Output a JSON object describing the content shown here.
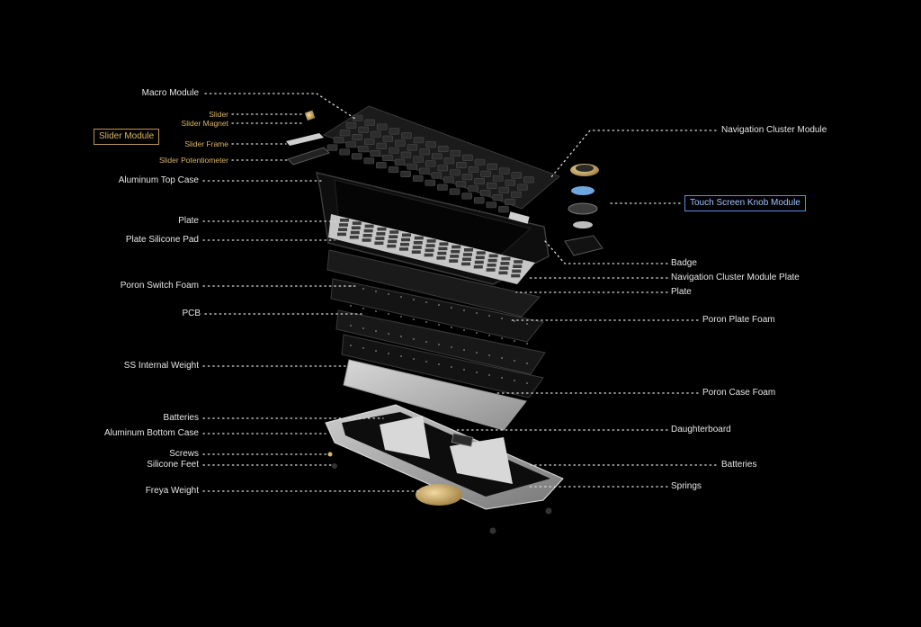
{
  "labels_left": [
    {
      "id": "macro-module",
      "text": "Macro Module"
    },
    {
      "id": "slider",
      "text": "Slider",
      "tone": "gold"
    },
    {
      "id": "slider-magnet",
      "text": "Slider Magnet",
      "tone": "gold"
    },
    {
      "id": "slider-frame",
      "text": "Slider Frame",
      "tone": "gold"
    },
    {
      "id": "slider-potentiometer",
      "text": "Slider Potentiometer",
      "tone": "gold"
    },
    {
      "id": "aluminum-top-case",
      "text": "Aluminum Top Case"
    },
    {
      "id": "plate-left",
      "text": "Plate"
    },
    {
      "id": "plate-silicone-pad",
      "text": "Plate Silicone Pad"
    },
    {
      "id": "poron-switch-foam",
      "text": "Poron Switch Foam"
    },
    {
      "id": "pcb",
      "text": "PCB"
    },
    {
      "id": "ss-internal-weight",
      "text": "SS Internal Weight"
    },
    {
      "id": "batteries-left",
      "text": "Batteries"
    },
    {
      "id": "aluminum-bottom-case",
      "text": "Aluminum Bottom Case"
    },
    {
      "id": "screws",
      "text": "Screws"
    },
    {
      "id": "silicone-feet",
      "text": "Silicone Feet"
    },
    {
      "id": "freya-weight",
      "text": "Freya Weight"
    }
  ],
  "labels_right": [
    {
      "id": "navigation-cluster-module",
      "text": "Navigation Cluster Module"
    },
    {
      "id": "badge",
      "text": "Badge"
    },
    {
      "id": "navigation-cluster-module-plate",
      "text": "Navigation Cluster Module Plate"
    },
    {
      "id": "plate-right",
      "text": "Plate"
    },
    {
      "id": "poron-plate-foam",
      "text": "Poron Plate Foam"
    },
    {
      "id": "poron-case-foam",
      "text": "Poron Case Foam"
    },
    {
      "id": "daughterboard",
      "text": "Daughterboard"
    },
    {
      "id": "batteries-right",
      "text": "Batteries"
    },
    {
      "id": "springs",
      "text": "Springs"
    }
  ],
  "callouts": [
    {
      "id": "slider-module",
      "text": "Slider Module",
      "tone": "gold"
    },
    {
      "id": "touch-screen-knob-module",
      "text": "Touch Screen Knob Module",
      "tone": "blue"
    }
  ],
  "colors": {
    "background": "#000000",
    "label": "#e6e6e6",
    "gold": "#d9b46a",
    "blue": "#9fc4ff",
    "leader": "#dcdcdc"
  }
}
